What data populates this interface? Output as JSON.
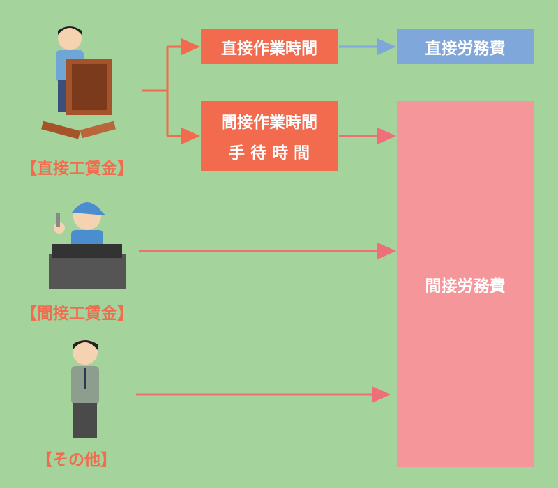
{
  "boxes": {
    "direct_work_time": "直接作業時間",
    "indirect_work_time": "間接作業時間",
    "idle_time": "手 待 時 間",
    "direct_labor_cost": "直接労務費",
    "indirect_labor_cost": "間接労務費"
  },
  "labels": {
    "direct_wages": "【直接工賃金】",
    "indirect_wages": "【間接工賃金】",
    "other": "【その他】"
  },
  "colors": {
    "background": "#a4d39b",
    "orange": "#f26b4f",
    "blue": "#7fa7da",
    "pink": "#f4969a"
  }
}
